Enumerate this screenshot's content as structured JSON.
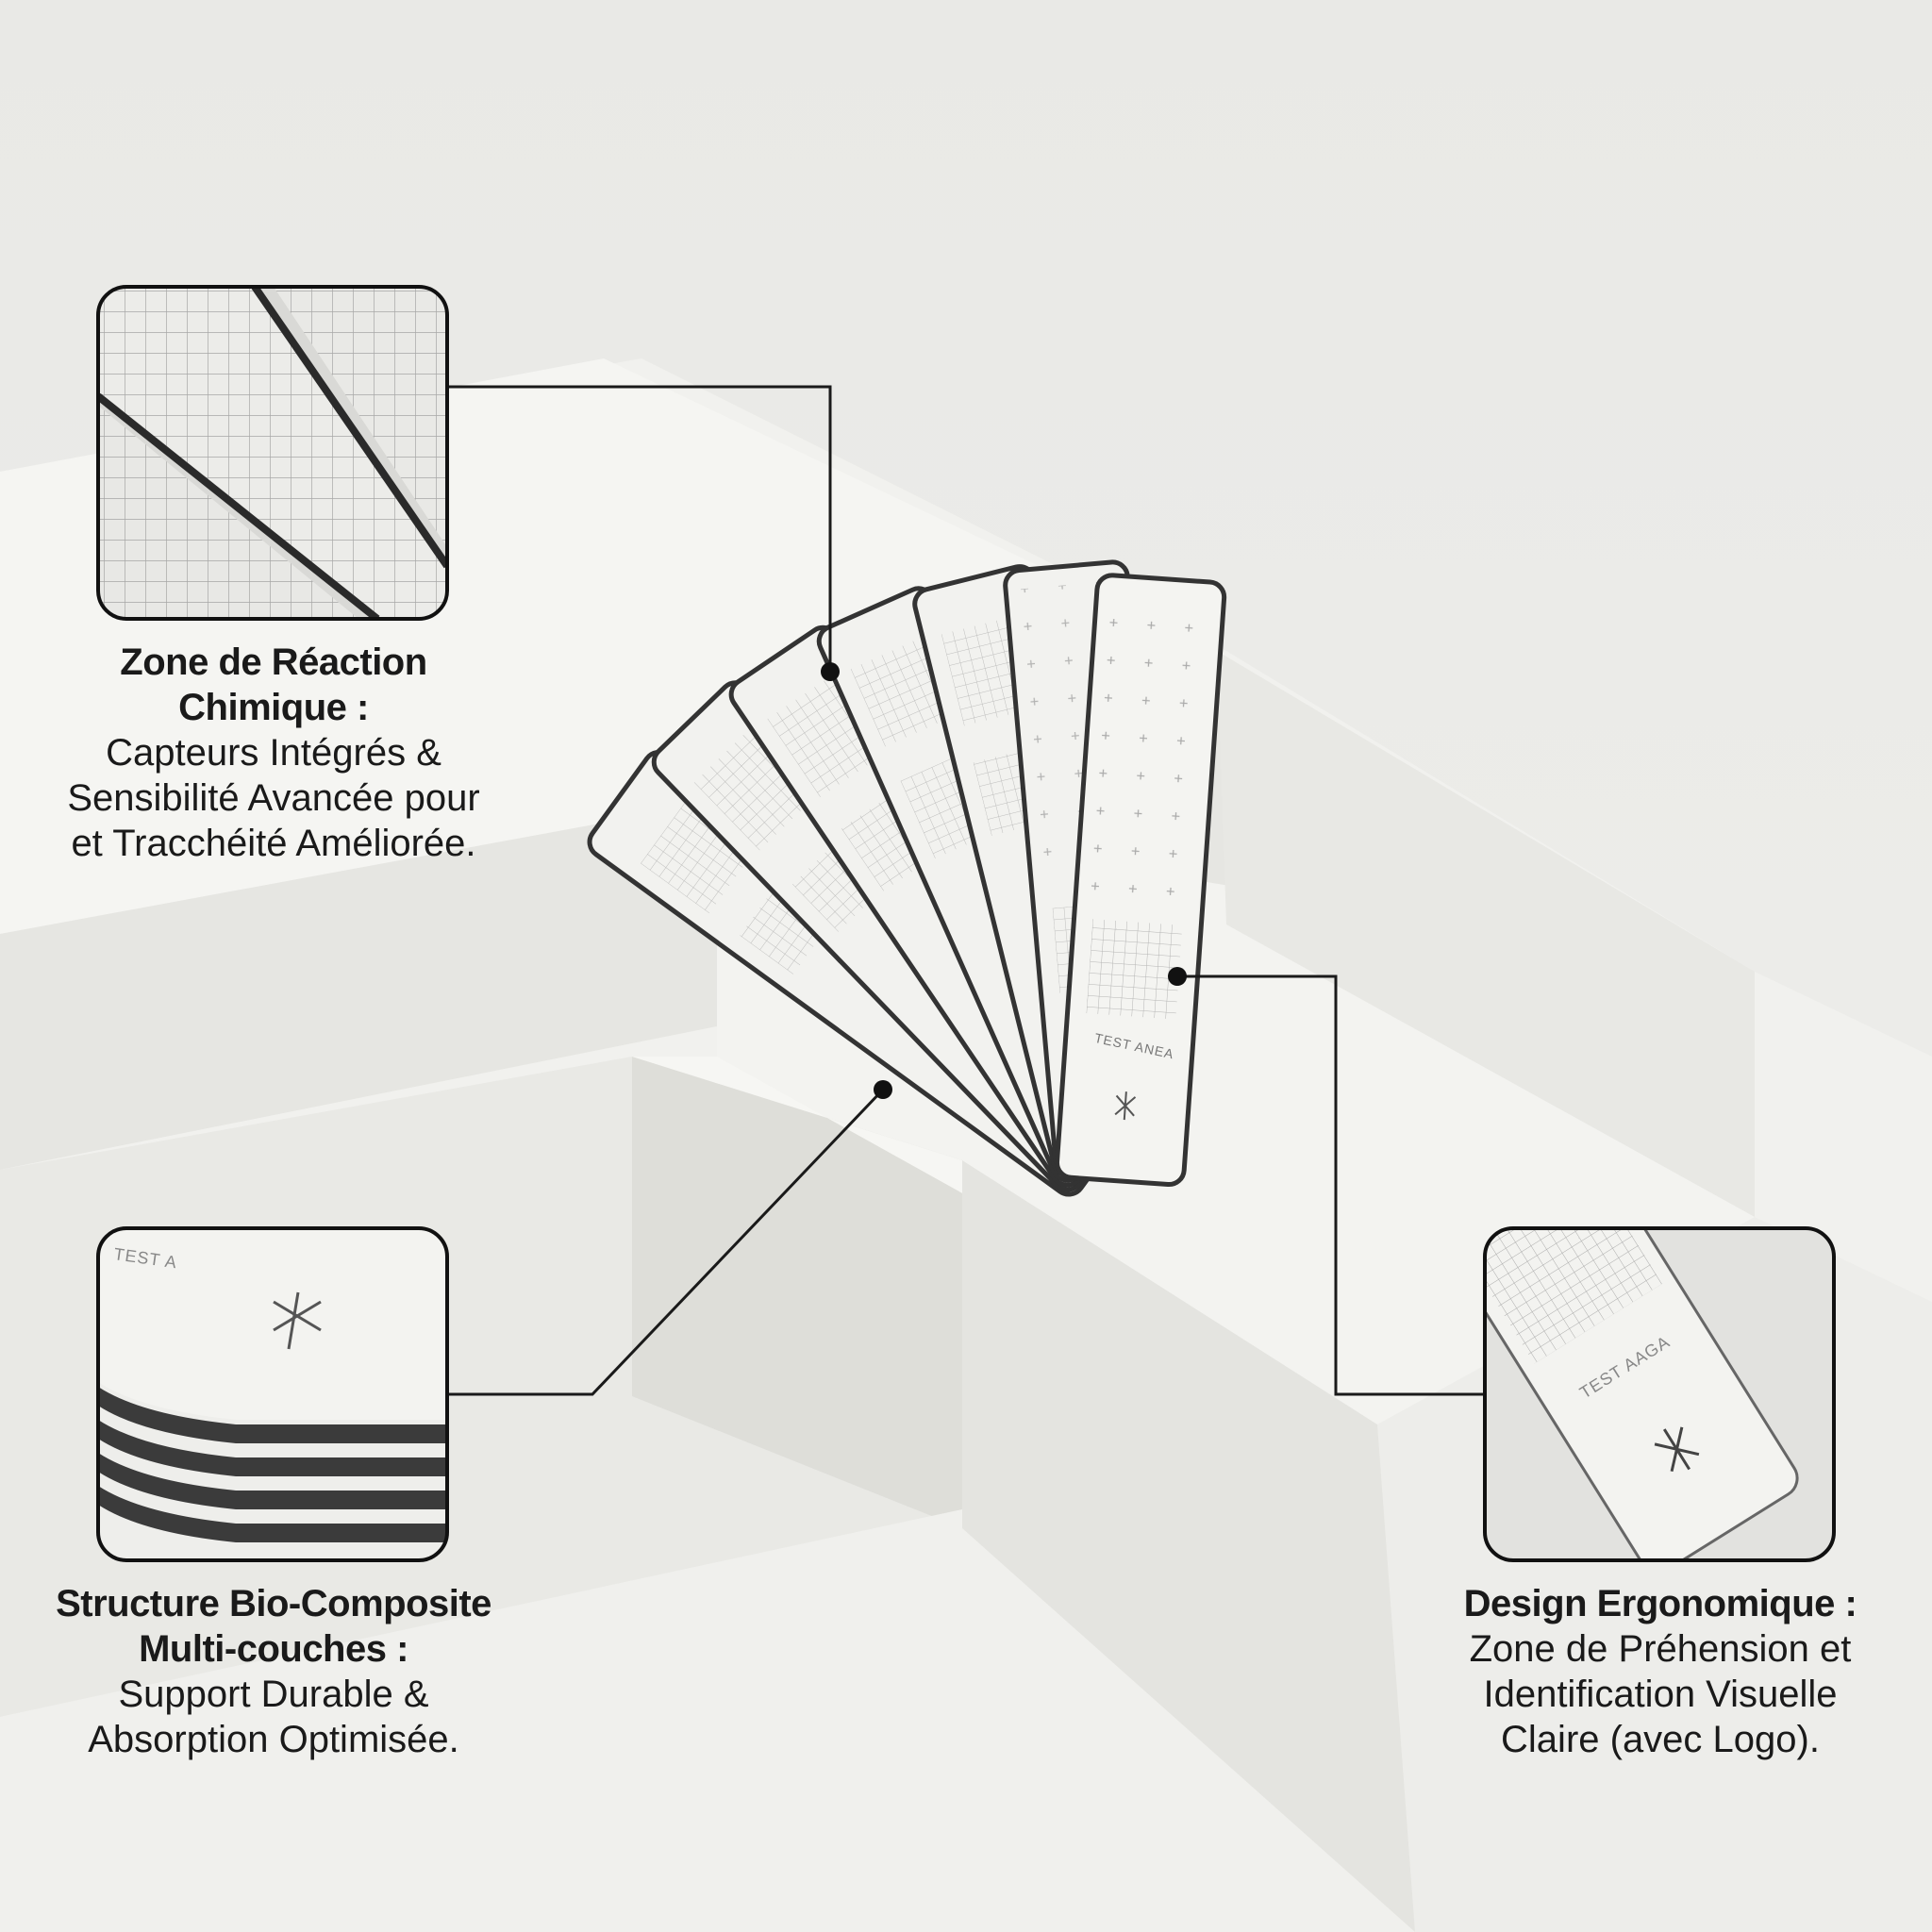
{
  "callouts": [
    {
      "id": "reaction",
      "title_line1": "Zone de Réaction",
      "title_line2": "Chimique :",
      "body": [
        "Capteurs Intégrés &",
        "Sensibilité Avancée pour",
        "et Tracchéité Améliorée."
      ]
    },
    {
      "id": "structure",
      "title_line1": "Structure Bio-Composite",
      "title_line2": "Multi-couches :",
      "body": [
        "Support Durable &",
        "Absorption Optimisée."
      ]
    },
    {
      "id": "design",
      "title_line1": "Design Ergonomique :",
      "title_line2": "",
      "body": [
        "Zone de Préhension et",
        "Identification Visuelle",
        "Claire (avec Logo)."
      ]
    }
  ],
  "strip_labels": {
    "front_strip": "TEST ANEA",
    "zoom_structure": "TEST A",
    "zoom_design": "TEST AAGA"
  },
  "colors": {
    "background": "#ecece9",
    "step_top": "#f4f4f1",
    "step_shadow": "#dcdcd8",
    "strip": "#f2f2ef",
    "strip_edge": "#3a3a3a",
    "leader_line": "#1a1a1a"
  },
  "icons": {
    "logo": "asterisk-logo",
    "marker": "dot-marker"
  }
}
